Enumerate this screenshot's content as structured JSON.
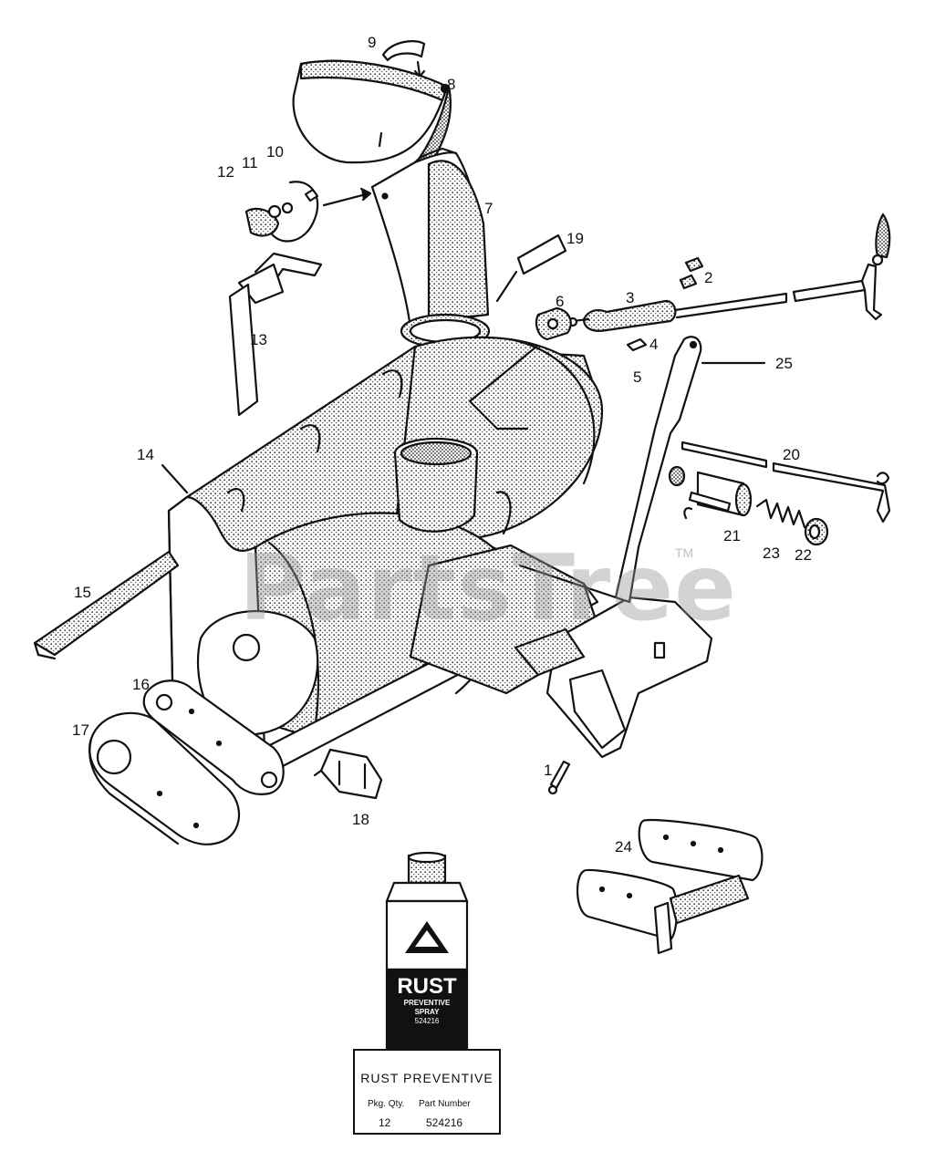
{
  "watermark": {
    "text": "PartsTree",
    "mark": "TM"
  },
  "callouts": {
    "c1": "1",
    "c2": "2",
    "c3": "3",
    "c4": "4",
    "c5": "5",
    "c6": "6",
    "c7": "7",
    "c8": "8",
    "c9": "9",
    "c10": "10",
    "c11": "11",
    "c12": "12",
    "c13": "13",
    "c14": "14",
    "c15": "15",
    "c16": "16",
    "c17": "17",
    "c18": "18",
    "c19": "19",
    "c20": "20",
    "c21": "21",
    "c22": "22",
    "c23": "23",
    "c24": "24",
    "c25": "25"
  },
  "can": {
    "rust": "RUST",
    "preventive": "PREVENTIVE",
    "spray": "SPRAY",
    "number": "524216"
  },
  "product_label": {
    "title": "RUST PREVENTIVE",
    "qty_header": "Pkg. Qty.",
    "part_header": "Part Number",
    "qty": "12",
    "part_number": "524216"
  }
}
